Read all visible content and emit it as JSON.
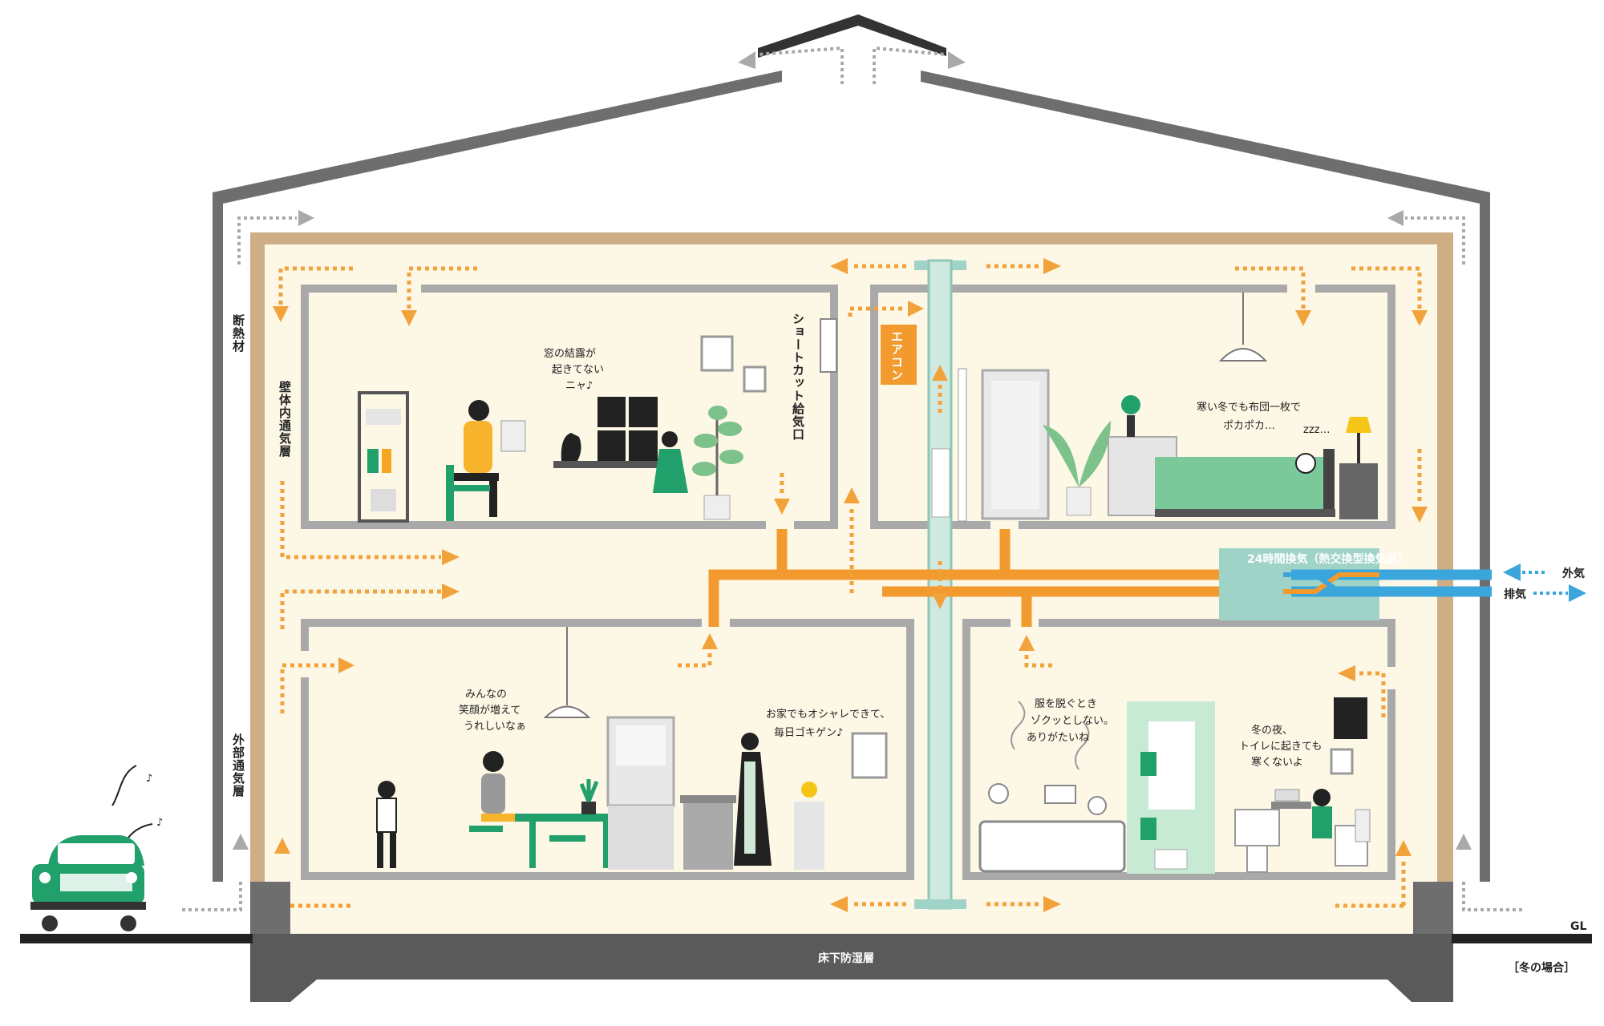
{
  "labels": {
    "insulation": "断熱材",
    "wall_air_layer": "壁体内通気層",
    "exterior_air_layer": "外部通気層",
    "shortcut_inlet": "ショートカット給気口",
    "aircon": "エアコン",
    "ventilation_24h": "24時間換気（熱交換型換気扇）",
    "outside_air": "外気",
    "exhaust": "排気",
    "underfloor_moisture": "床下防湿層",
    "gl": "GL",
    "season": "［冬の場合］"
  },
  "speech": {
    "cat_line1": "窓の結露が",
    "cat_line2": "起きてない",
    "cat_line3": "ニャ♪",
    "bed_line1": "寒い冬でも布団一枚で",
    "bed_line2": "ポカポカ…",
    "sleep": "zzz…",
    "dining_line1": "みんなの",
    "dining_line2": "笑顔が増えて",
    "dining_line3": "うれしいなぁ",
    "kitchen_line1": "お家でもオシャレできて、",
    "kitchen_line2": "毎日ゴキゲン♪",
    "bath_line1": "服を脱ぐとき",
    "bath_line2": "ゾクッとしない。",
    "bath_line3": "ありがたいね",
    "toilet_line1": "冬の夜、",
    "toilet_line2": "トイレに起きても",
    "toilet_line3": "寒くないよ"
  },
  "colors": {
    "outer_wall": "#6e6e6e",
    "insulation": "#cfae86",
    "interior": "#fdf7e6",
    "inner_wall": "#a9a9a9",
    "air_flow": "#f2a23a",
    "duct_warm": "#f29a2e",
    "duct_cold": "#3aa6dc",
    "ventilation_unit": "#9fd3c7",
    "accent_green": "#22a06b",
    "foundation": "#5a5a5a"
  }
}
